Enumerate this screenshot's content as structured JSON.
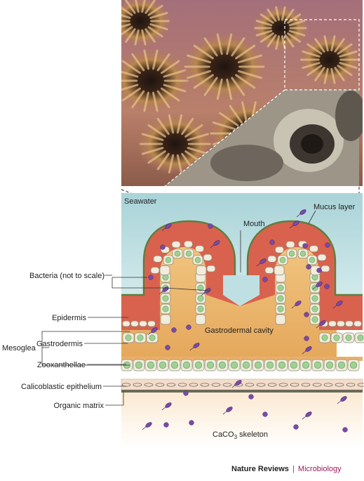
{
  "labels": {
    "seawater": "Seawater",
    "mouth": "Mouth",
    "mucus_layer": "Mucus layer",
    "bacteria": "Bacteria (not to scale)",
    "epidermis": "Epidermis",
    "gastrodermal_cavity": "Gastrodermal cavity",
    "mesoglea": "Mesoglea",
    "gastrodermis": "Gastrodermis",
    "zooxanthellae": "Zooxanthellae",
    "calicoblastic_epithelium": "Calicoblastic epithelium",
    "organic_matrix": "Organic matrix",
    "skeleton_prefix": "CaCO",
    "skeleton_sub": "3",
    "skeleton_suffix": " skeleton"
  },
  "credit": {
    "brand": "Nature Reviews",
    "separator": "|",
    "journal": "Microbiology"
  },
  "colors": {
    "seawater": "#cfe7ea",
    "epidermis": "#d9624e",
    "mucus": "#5d7f3c",
    "gastrodermis": "#f3c984",
    "mesoglea": "#e9ae5e",
    "cell": "#f1ecdc",
    "zooxanthella": "#9fd195",
    "calicoblastic": "#f3dcc9",
    "organic_matrix": "#6b6b5a",
    "skeleton": "#fbefdc",
    "bacteria": "#7a4aa8",
    "journal": "#9b1b59"
  }
}
